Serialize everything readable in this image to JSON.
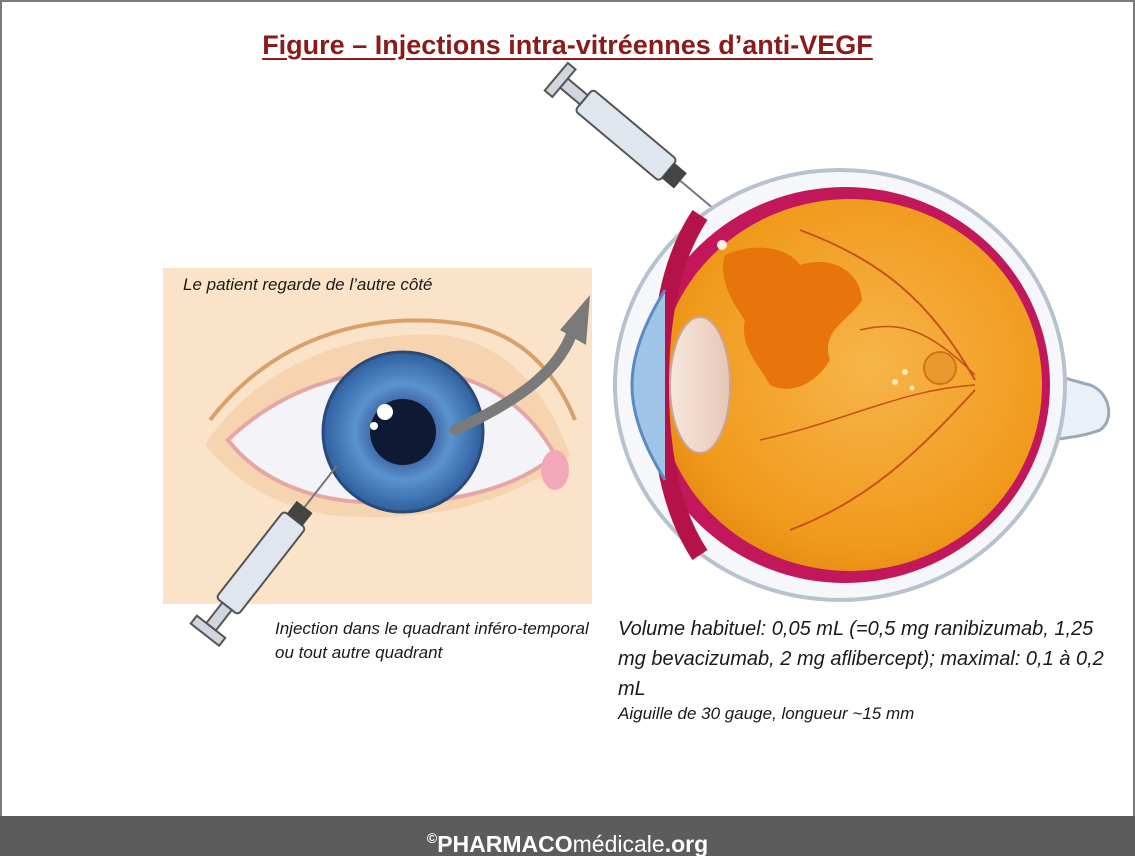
{
  "title": "Figure – Injections intra-vitréennes d’anti-VEGF",
  "captions": {
    "gaze": "Le patient regarde de l’autre côté",
    "injection_site": "Injection dans le quadrant inféro-temporal ou tout autre quadrant",
    "volume": "Volume habituel: 0,05 mL (=0,5 mg ranibizumab, 1,25 mg bevacizumab, 2 mg aflibercept); maximal: 0,1 à 0,2 mL",
    "needle": "Aiguille de 30 gauge, longueur ~15 mm"
  },
  "footer": {
    "symbol": "©",
    "brand_bold": "PHARMACO",
    "brand_light": "médicale",
    "brand_tld": ".org"
  },
  "colors": {
    "title": "#8b1a1a",
    "panel": "#fbe3c9",
    "iris": "#4f86c6",
    "retina": "#f5a623",
    "lesion": "#e8740c",
    "footer": "#5c5c5c"
  },
  "icons": [
    "syringe-icon",
    "eye-icon",
    "arrow-icon",
    "eyeball-cross-section-icon"
  ]
}
